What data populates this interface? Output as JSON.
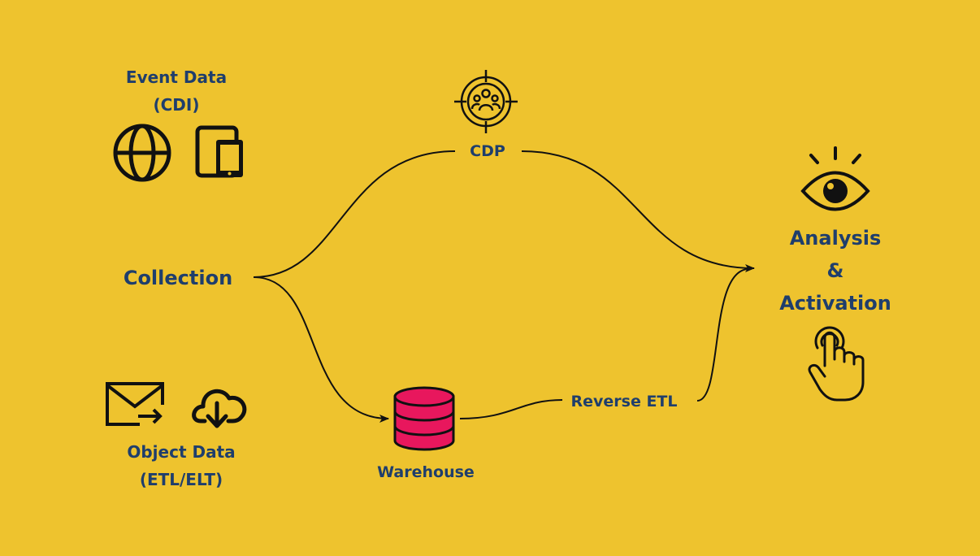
{
  "colors": {
    "background": "#EEC32E",
    "label_text": "#1F3E6C",
    "icon_stroke": "#111111",
    "warehouse_fill": "#E8175D"
  },
  "nodes": {
    "event_data": {
      "line1": "Event Data",
      "line2": "(CDI)",
      "icons": [
        "globe-icon",
        "tablet-phone-icon"
      ]
    },
    "object_data": {
      "line1": "Object Data",
      "line2": "(ETL/ELT)",
      "icons": [
        "email-send-icon",
        "cloud-download-icon"
      ]
    },
    "collection": {
      "label": "Collection"
    },
    "cdp": {
      "label": "CDP",
      "icon": "target-audience-icon"
    },
    "warehouse": {
      "label": "Warehouse",
      "icon": "database-icon"
    },
    "reverse_etl": {
      "label": "Reverse ETL"
    },
    "analysis": {
      "line1": "Analysis",
      "line2": "&",
      "line3": "Activation",
      "icons": [
        "eye-icon",
        "tap-hand-icon"
      ]
    }
  }
}
